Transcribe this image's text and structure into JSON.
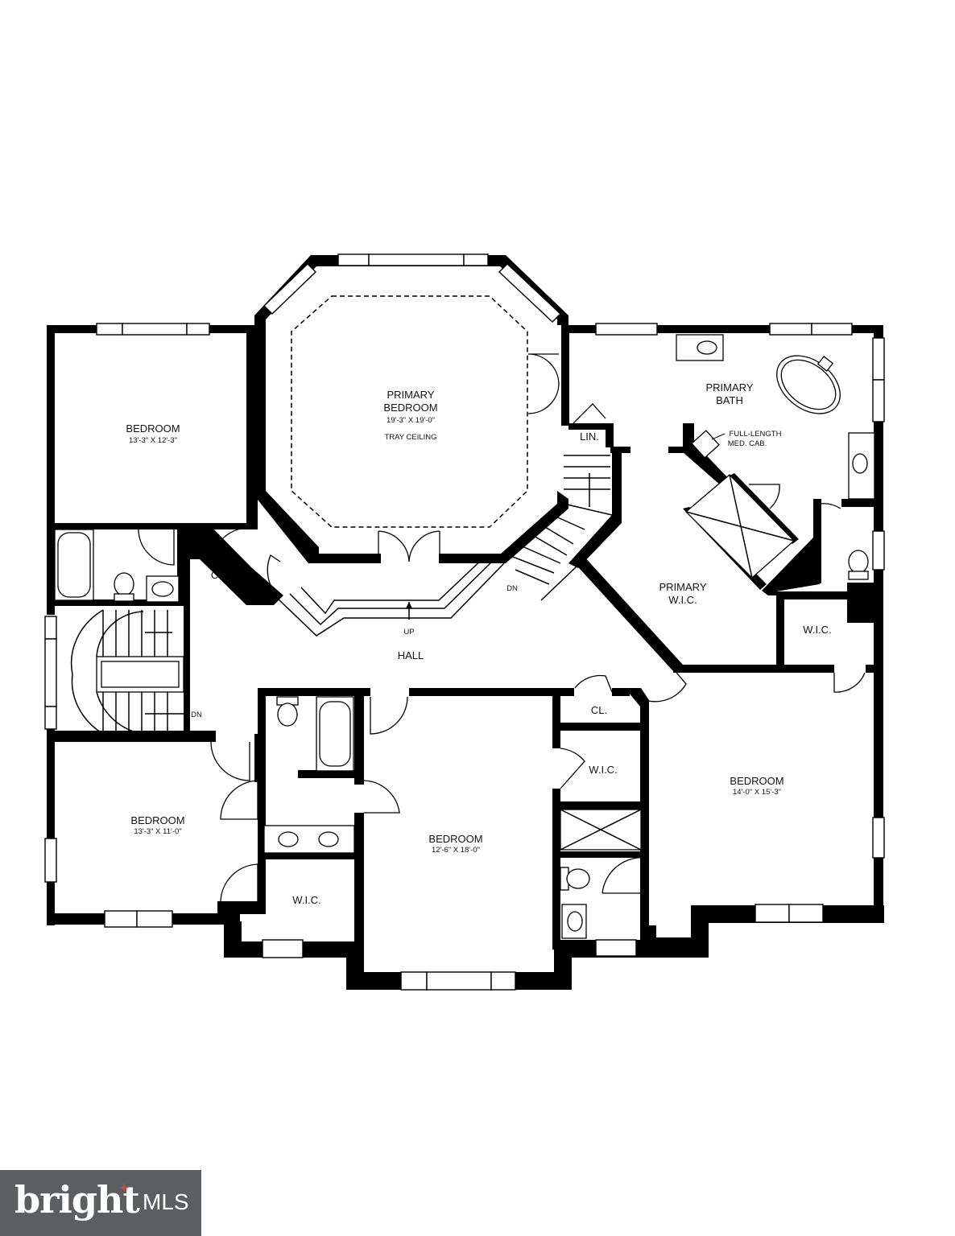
{
  "rooms": {
    "bedroom_nw": {
      "name": "BEDROOM",
      "dims": "13'-3\" X 12'-3\""
    },
    "primary_bedroom": {
      "name_line1": "PRIMARY",
      "name_line2": "BEDROOM",
      "dims": "19'-3\" X 19'-0\"",
      "note": "TRAY CEILING"
    },
    "lin": "LIN.",
    "primary_bath": {
      "line1": "PRIMARY",
      "line2": "BATH"
    },
    "med_cab": {
      "line1": "FULL-LENGTH",
      "line2": "MED. CAB."
    },
    "cl_nw": "CL.",
    "primary_wic": {
      "line1": "PRIMARY",
      "line2": "W.I.C."
    },
    "wic_e": "W.I.C.",
    "hall": "HALL",
    "up": "UP",
    "dn_main": "DN",
    "dn_west": "DN",
    "cl_center": "CL.",
    "wic_center": "W.I.C.",
    "bedroom_e": {
      "name": "BEDROOM",
      "dims": "14'-0\" X 15'-3\""
    },
    "bedroom_sw": {
      "name": "BEDROOM",
      "dims": "13'-3\" X 11'-0\""
    },
    "bedroom_s": {
      "name": "BEDROOM",
      "dims": "12'-6\" X 18'-0\""
    },
    "wic_sw": "W.I.C."
  },
  "watermark": {
    "brand": "bright",
    "suffix": "MLS",
    "accent_color": "#e8423f",
    "badge_color": "#5c5e60"
  }
}
